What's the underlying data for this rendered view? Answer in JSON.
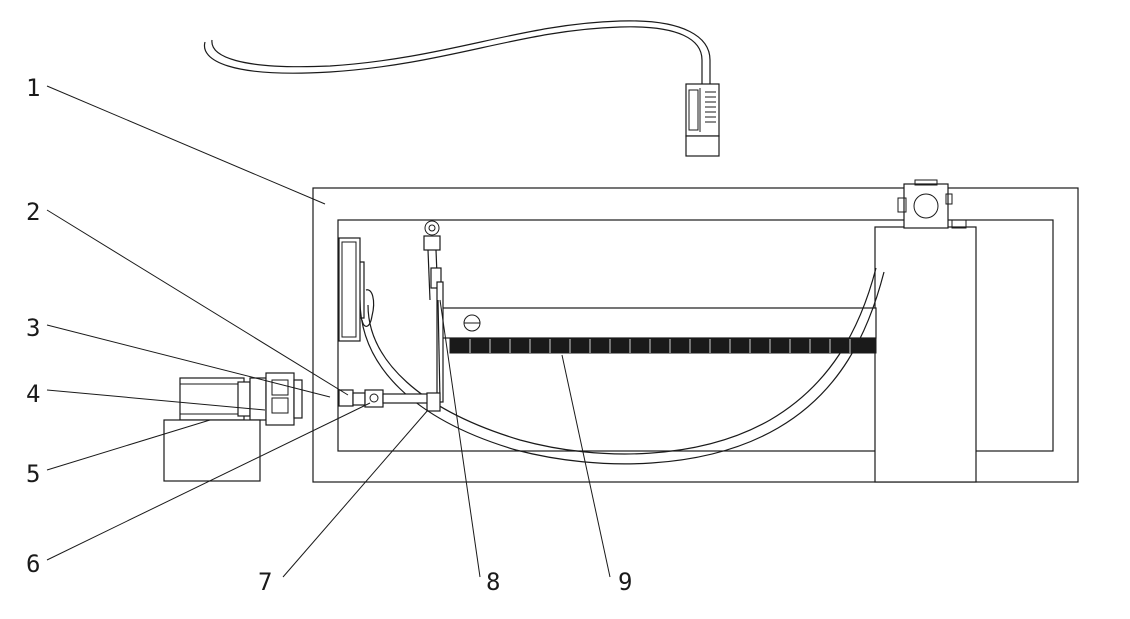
{
  "labels": {
    "l1": "1",
    "l2": "2",
    "l3": "3",
    "l4": "4",
    "l5": "5",
    "l6": "6",
    "l7": "7",
    "l8": "8",
    "l9": "9"
  },
  "colors": {
    "stroke": "#1a1a1a",
    "background": "#ffffff"
  }
}
